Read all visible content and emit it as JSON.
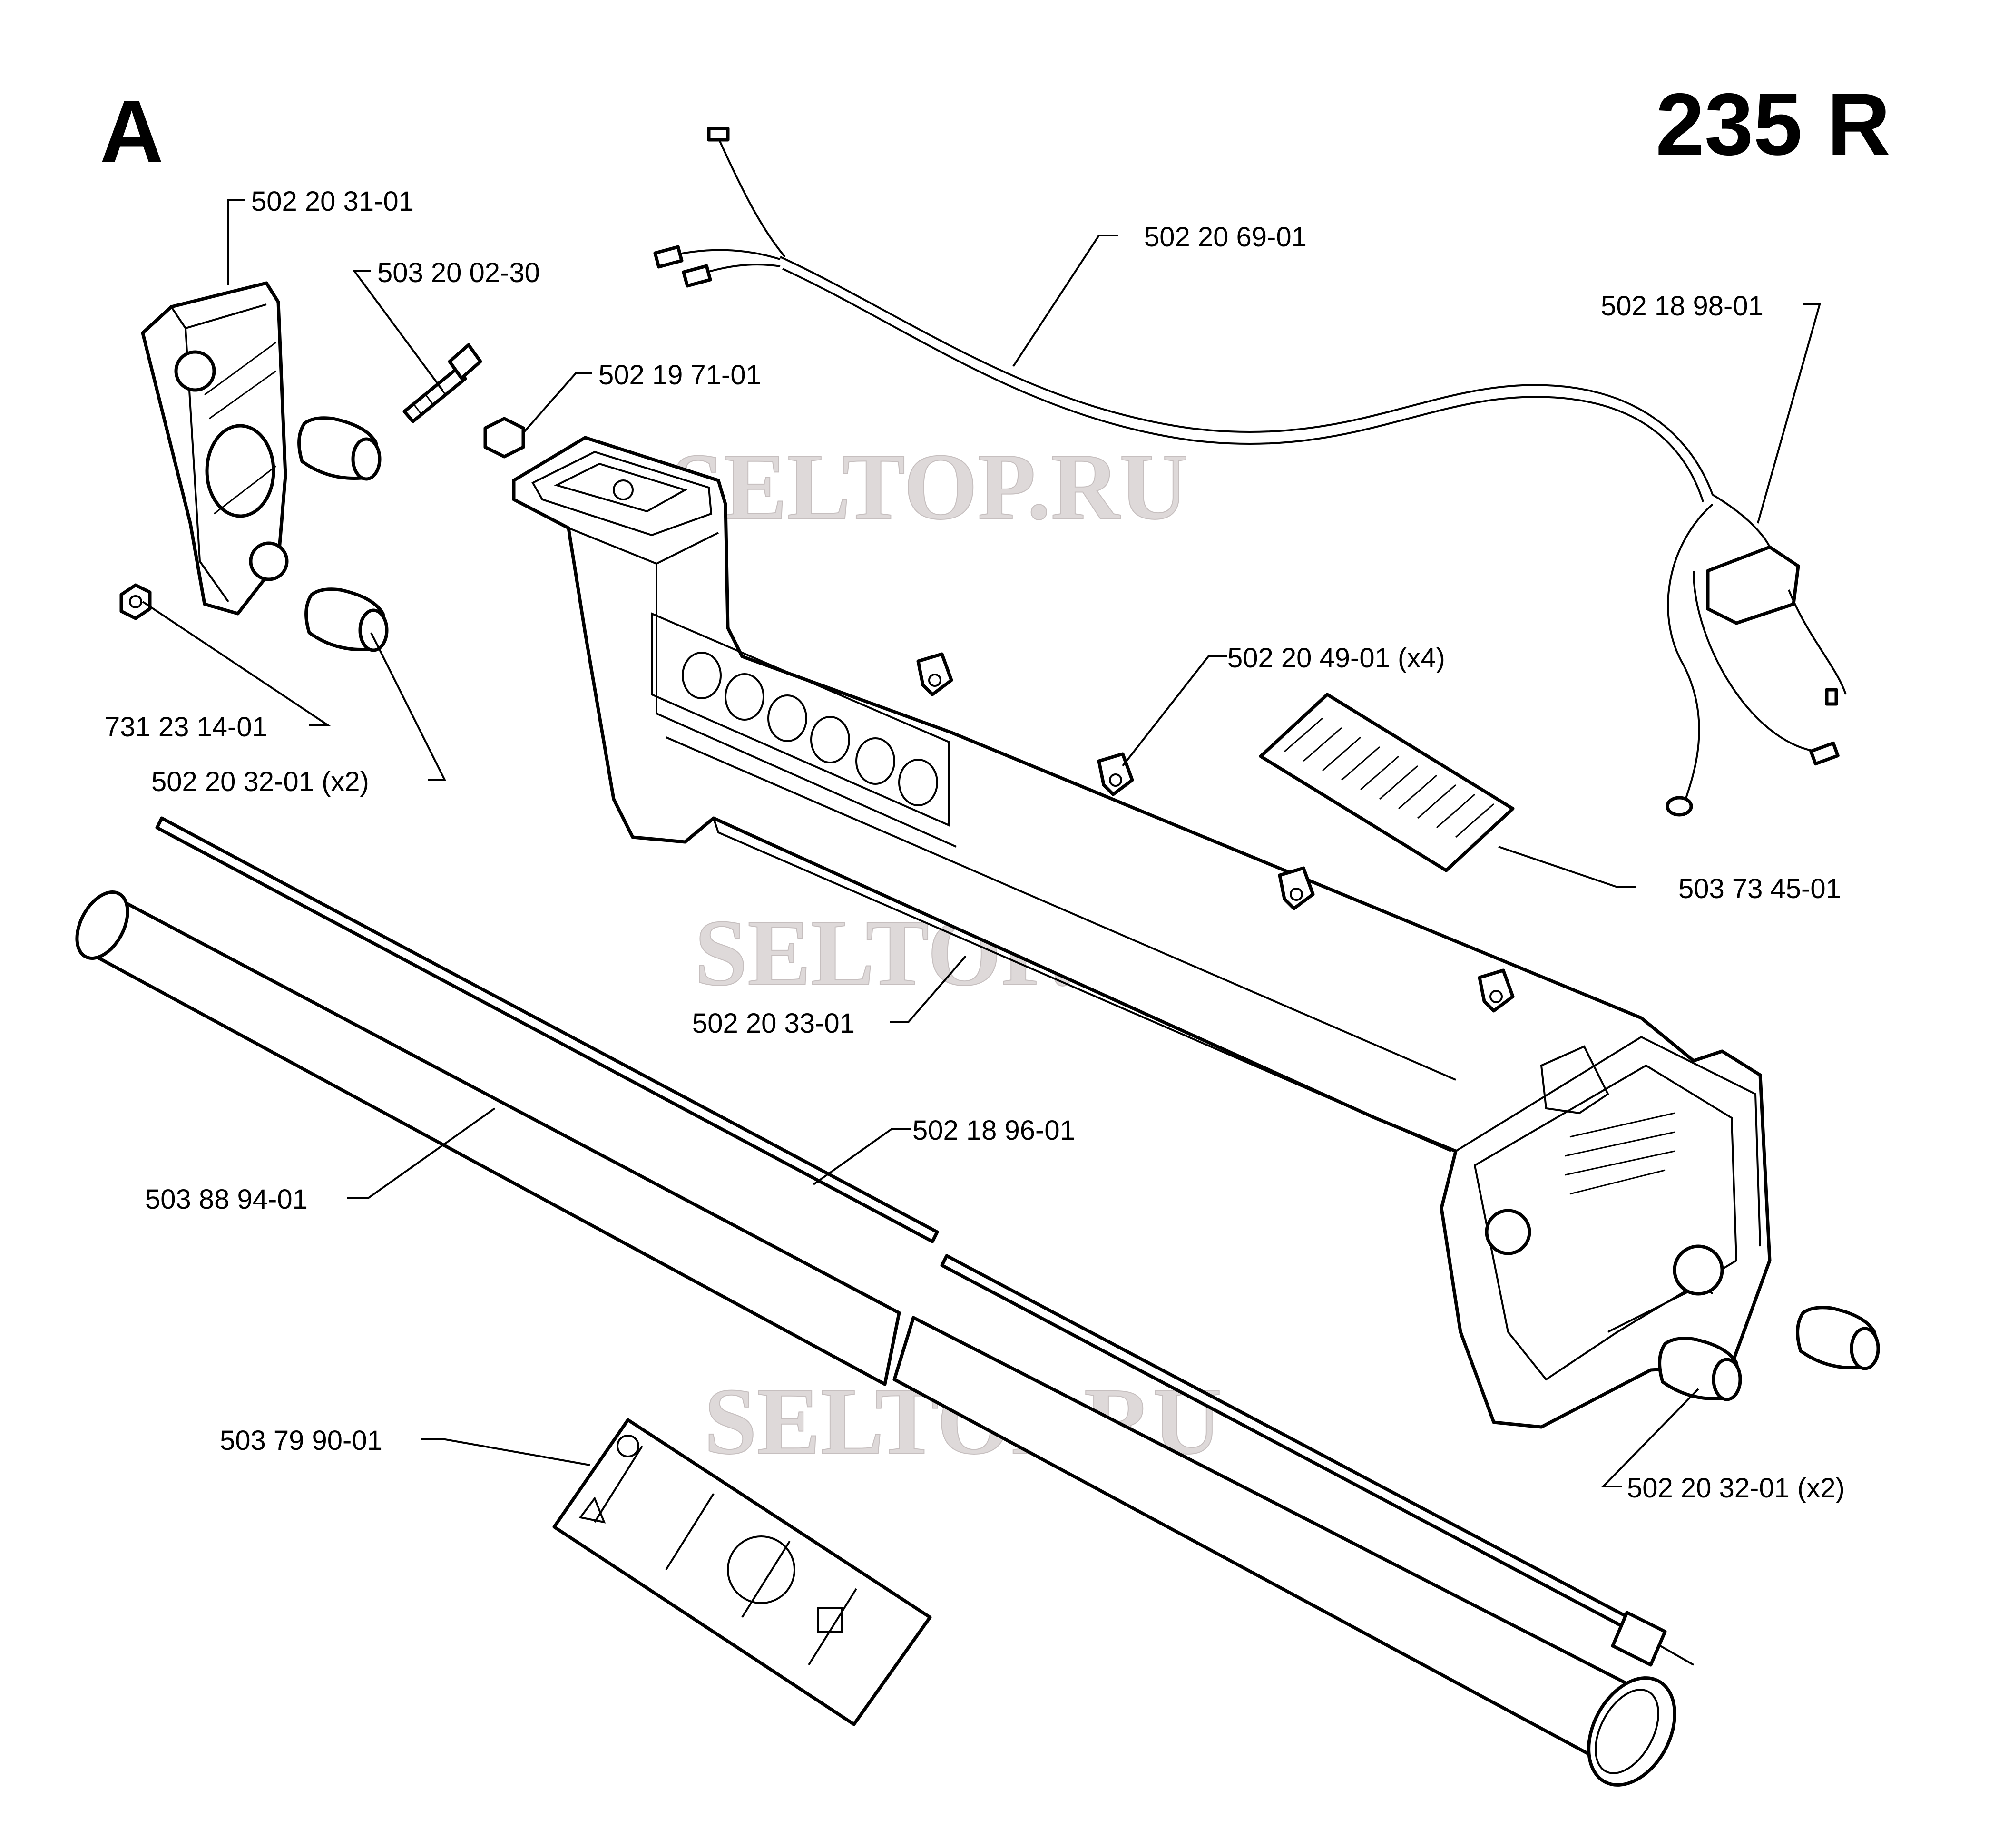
{
  "diagram": {
    "section_letter": "A",
    "model": "235 R",
    "watermarks": [
      "SELTOP.RU",
      "SELTOP.RU",
      "SELTOP.RU"
    ],
    "callouts": [
      {
        "part_number": "502 20 31-01"
      },
      {
        "part_number": "503 20 02-30"
      },
      {
        "part_number": "502 19 71-01"
      },
      {
        "part_number": "502 20 69-01"
      },
      {
        "part_number": "502 18 98-01"
      },
      {
        "part_number": "731 23 14-01"
      },
      {
        "part_number": "502 20 32-01 (x2)"
      },
      {
        "part_number": "502 20 49-01 (x4)"
      },
      {
        "part_number": "503 73 45-01"
      },
      {
        "part_number": "502 20 33-01"
      },
      {
        "part_number": "502 18 96-01"
      },
      {
        "part_number": "503 88 94-01"
      },
      {
        "part_number": "503 79 90-01"
      },
      {
        "part_number": "502 20 32-01 (x2)"
      }
    ]
  }
}
